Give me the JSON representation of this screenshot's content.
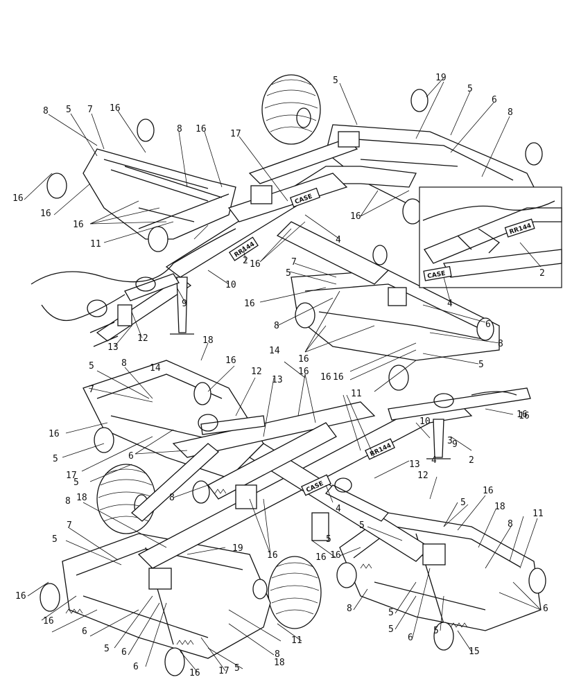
{
  "decals": {
    "model_top": "RR144",
    "model_inset": "RR144",
    "model_bottom": "RR144",
    "brand_top": "CASE",
    "brand_inset": "CASE",
    "brand_bottom": "CASE"
  },
  "callouts": [
    {
      "id": "c1",
      "text": "5"
    },
    {
      "id": "c2",
      "text": "19"
    },
    {
      "id": "c3",
      "text": "5"
    },
    {
      "id": "c4",
      "text": "6"
    },
    {
      "id": "c5",
      "text": "8"
    },
    {
      "id": "c6",
      "text": "8"
    },
    {
      "id": "c7",
      "text": "5"
    },
    {
      "id": "c8",
      "text": "7"
    },
    {
      "id": "c9",
      "text": "16"
    },
    {
      "id": "c10",
      "text": "16"
    },
    {
      "id": "c11",
      "text": "8"
    },
    {
      "id": "c12",
      "text": "17"
    },
    {
      "id": "c13",
      "text": "16"
    },
    {
      "id": "c14",
      "text": "16"
    },
    {
      "id": "c15",
      "text": "16"
    },
    {
      "id": "c16",
      "text": "11"
    },
    {
      "id": "c17",
      "text": "16"
    },
    {
      "id": "c18",
      "text": "2"
    },
    {
      "id": "c19",
      "text": "4"
    },
    {
      "id": "c20",
      "text": "16"
    },
    {
      "id": "c21",
      "text": "2"
    },
    {
      "id": "c22",
      "text": "4"
    },
    {
      "id": "c23",
      "text": "10"
    },
    {
      "id": "c24",
      "text": "9"
    },
    {
      "id": "c25",
      "text": "7"
    },
    {
      "id": "c26",
      "text": "5"
    },
    {
      "id": "c27",
      "text": "16"
    },
    {
      "id": "c28",
      "text": "8"
    },
    {
      "id": "c29",
      "text": "6"
    },
    {
      "id": "c30",
      "text": "8"
    },
    {
      "id": "c31",
      "text": "5"
    },
    {
      "id": "c32",
      "text": "13"
    },
    {
      "id": "c33",
      "text": "12"
    },
    {
      "id": "c34",
      "text": "14"
    },
    {
      "id": "c35",
      "text": "16"
    },
    {
      "id": "c36",
      "text": "16"
    },
    {
      "id": "c37",
      "text": "11"
    },
    {
      "id": "c38",
      "text": "18"
    },
    {
      "id": "c39",
      "text": "8"
    },
    {
      "id": "c40",
      "text": "14"
    },
    {
      "id": "c41",
      "text": "12"
    },
    {
      "id": "c42",
      "text": "13"
    },
    {
      "id": "c43",
      "text": "16"
    },
    {
      "id": "c44",
      "text": "5"
    },
    {
      "id": "c45",
      "text": "7"
    },
    {
      "id": "c46",
      "text": "16"
    },
    {
      "id": "c47",
      "text": "16"
    },
    {
      "id": "c48",
      "text": "16"
    },
    {
      "id": "c49",
      "text": "5"
    },
    {
      "id": "c50",
      "text": "17"
    },
    {
      "id": "c51",
      "text": "6"
    },
    {
      "id": "c52",
      "text": "10"
    },
    {
      "id": "c53",
      "text": "9"
    },
    {
      "id": "c54",
      "text": "16"
    },
    {
      "id": "c55",
      "text": "2"
    },
    {
      "id": "c56",
      "text": "13"
    },
    {
      "id": "c57",
      "text": "4"
    },
    {
      "id": "c58",
      "text": "5"
    },
    {
      "id": "c59",
      "text": "8"
    },
    {
      "id": "c60",
      "text": "12"
    },
    {
      "id": "c61",
      "text": "18"
    },
    {
      "id": "c62",
      "text": "4"
    },
    {
      "id": "c63",
      "text": "8"
    },
    {
      "id": "c64",
      "text": "16"
    },
    {
      "id": "c65",
      "text": "5"
    },
    {
      "id": "c66",
      "text": "7"
    },
    {
      "id": "c67",
      "text": "19"
    },
    {
      "id": "c68",
      "text": "16"
    },
    {
      "id": "c69",
      "text": "16"
    },
    {
      "id": "c70",
      "text": "18"
    },
    {
      "id": "c71",
      "text": "8"
    },
    {
      "id": "c72",
      "text": "11"
    },
    {
      "id": "c73",
      "text": "16"
    },
    {
      "id": "c74",
      "text": "5"
    },
    {
      "id": "c75",
      "text": "5"
    },
    {
      "id": "c76",
      "text": "16"
    },
    {
      "id": "c77",
      "text": "6"
    },
    {
      "id": "c78",
      "text": "6"
    },
    {
      "id": "c79",
      "text": "5"
    },
    {
      "id": "c80",
      "text": "8"
    },
    {
      "id": "c81",
      "text": "11"
    },
    {
      "id": "c82",
      "text": "6"
    },
    {
      "id": "c83",
      "text": "16"
    },
    {
      "id": "c84",
      "text": "17"
    },
    {
      "id": "c85",
      "text": "5"
    },
    {
      "id": "c86",
      "text": "18"
    },
    {
      "id": "c87",
      "text": "8"
    },
    {
      "id": "c88",
      "text": "5"
    },
    {
      "id": "c89",
      "text": "5"
    },
    {
      "id": "c90",
      "text": "6"
    },
    {
      "id": "c91",
      "text": "5"
    },
    {
      "id": "c92",
      "text": "15"
    },
    {
      "id": "c93",
      "text": "6"
    },
    {
      "id": "c94",
      "text": "16"
    },
    {
      "id": "c95",
      "text": "5"
    },
    {
      "id": "c96",
      "text": "3"
    },
    {
      "id": "c97",
      "text": "16"
    }
  ]
}
